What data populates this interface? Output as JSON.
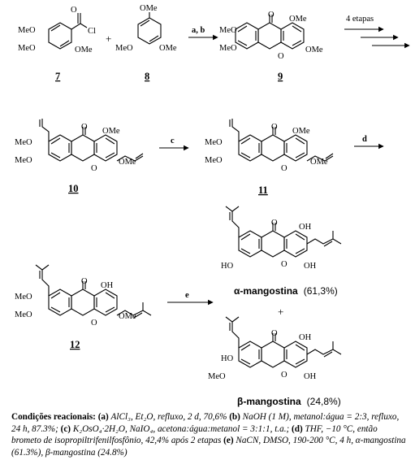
{
  "compounds": {
    "c7": "7",
    "c8": "8",
    "c9": "9",
    "c10": "10",
    "c11": "11",
    "c12": "12",
    "alpha_name": "α-mangostina",
    "alpha_yield": "(61,3%)",
    "beta_name": "β-mangostina",
    "beta_yield": "(24,8%)",
    "plus": "+"
  },
  "substituents": {
    "ome": "OMe",
    "meo": "MeO",
    "oh": "OH",
    "ho": "HO",
    "cl": "Cl",
    "o": "O"
  },
  "arrows": {
    "ab": "a, b",
    "steps": "4 etapas",
    "c": "c",
    "d": "d",
    "e": "e"
  },
  "conditions": {
    "heading": "Condições reacionais:",
    "a_tag": "(a)",
    "a_text": "AlCl₃, Et₂O, refluxo, 2 d, 70,6%",
    "b_tag": "(b)",
    "b_text": "NaOH (1 M), metanol:água = 2:3, refluxo, 24 h, 87.3%;",
    "c_tag": "(c)",
    "c_text": "K₂OsO₄·2H₂O, NaIO₄, acetona:água:metanol = 3:1:1, t.a.;",
    "d_tag": "(d)",
    "d_text": "THF, −10 °C, então brometo de isopropiltrifenilfosfônio, 42,4% após 2 etapas",
    "e_tag": "(e)",
    "e_text": "NaCN, DMSO, 190-200 °C, 4 h, α-mangostina (61.3%), β-mangostina (24.8%)"
  }
}
